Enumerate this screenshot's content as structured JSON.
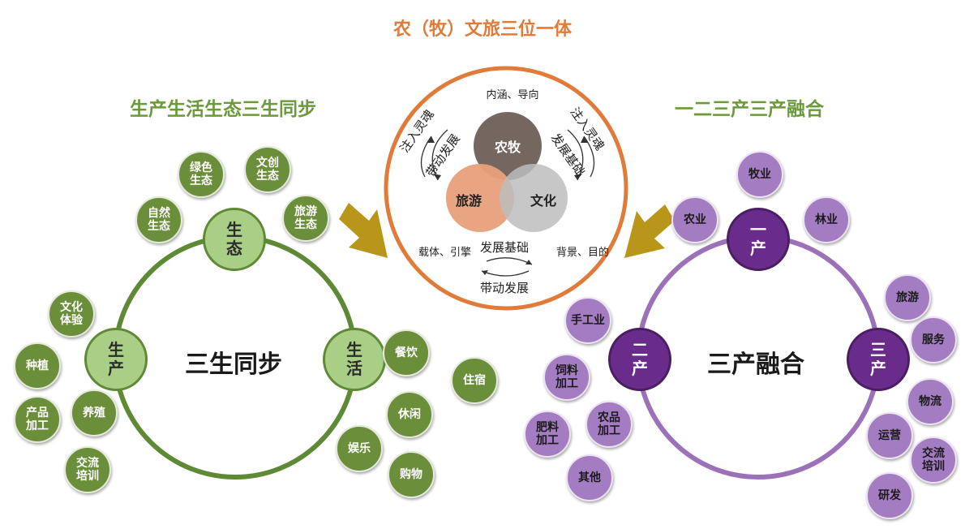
{
  "top_title": {
    "prefix": "农（牧）文旅",
    "emph": "三位一体"
  },
  "left_title": "生产生活生态三生同步",
  "right_title": "一二三产三产融合",
  "center": {
    "top_label": "内涵、导向",
    "left_label": "载体、引擎",
    "right_label": "背景、目的",
    "circles": {
      "agri": "农牧",
      "tour": "旅游",
      "culture": "文化"
    },
    "left_arrow_upper": "注入灵魂",
    "left_arrow_lower": "带动发展",
    "right_arrow_upper": "注入灵魂",
    "right_arrow_lower": "发展基础",
    "bottom_upper": "发展基础",
    "bottom_lower": "带动发展"
  },
  "left_cycle": {
    "center_label": "三生同步",
    "ecology": "生态",
    "production": "生产",
    "life": "生活",
    "ecology_items": [
      "绿色生态",
      "文创生态",
      "自然生态",
      "旅游生态"
    ],
    "production_items": [
      "文化体验",
      "种植",
      "产品加工",
      "养殖",
      "交流培训"
    ],
    "life_items": [
      "餐饮",
      "住宿",
      "休闲",
      "娱乐",
      "购物"
    ]
  },
  "right_cycle": {
    "center_label": "三产融合",
    "primary": "一产",
    "secondary": "二产",
    "tertiary": "三产",
    "primary_items": [
      "牧业",
      "农业",
      "林业"
    ],
    "secondary_items": [
      "手工业",
      "饲料加工",
      "肥料加工",
      "农品加工",
      "其他"
    ],
    "tertiary_items": [
      "旅游",
      "服务",
      "物流",
      "运营",
      "交流培训",
      "研发"
    ]
  },
  "colors": {
    "orange": "#E07B39",
    "green_dark": "#6B8E3A",
    "green_light": "#A9CF86",
    "purple_dark": "#6A2C8B",
    "purple_light": "#A47CC2",
    "gold_arrow": "#B8961A"
  }
}
